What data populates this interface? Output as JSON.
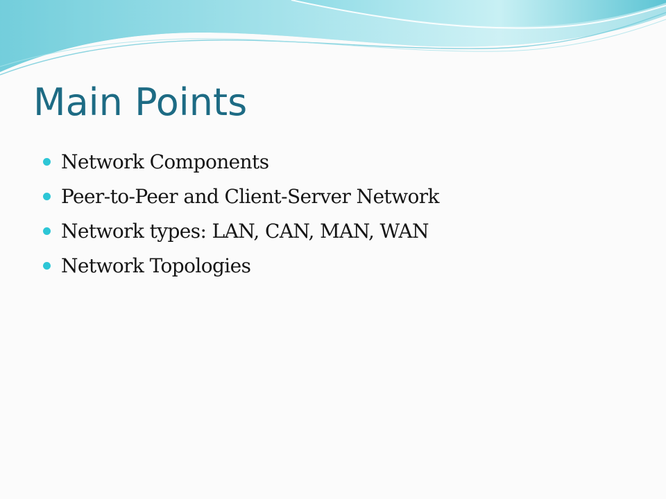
{
  "slide": {
    "title": "Main Points",
    "bullets": [
      "Network Components",
      "Peer-to-Peer and Client-Server Network",
      "Network types: LAN, CAN, MAN, WAN",
      "Network Topologies"
    ],
    "colors": {
      "title": "#1d6b84",
      "bullet_dot": "#2dc6d6",
      "wave_light": "#c6eef2",
      "wave_mid": "#7dd3df",
      "wave_dark": "#3fb1c6",
      "background": "#fbfbfb"
    }
  }
}
